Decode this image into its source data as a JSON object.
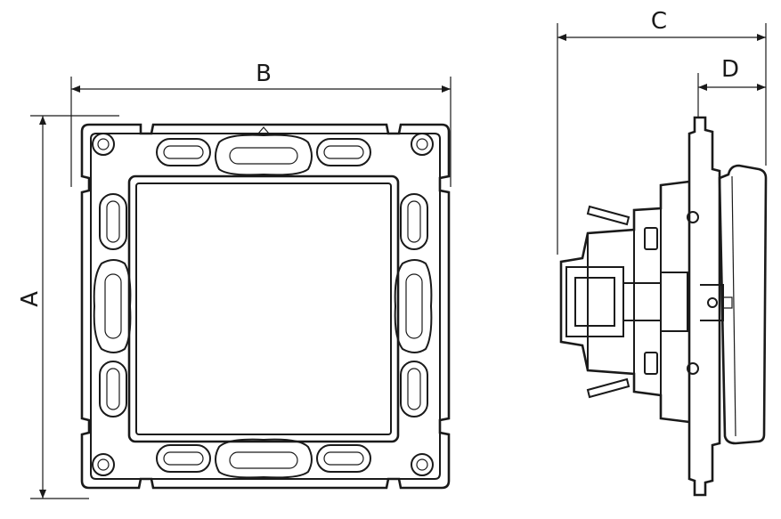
{
  "dimensions": {
    "a": "A",
    "b": "B",
    "c": "C",
    "d": "D"
  },
  "colors": {
    "line": "#1a1a1a",
    "background": "#ffffff"
  }
}
